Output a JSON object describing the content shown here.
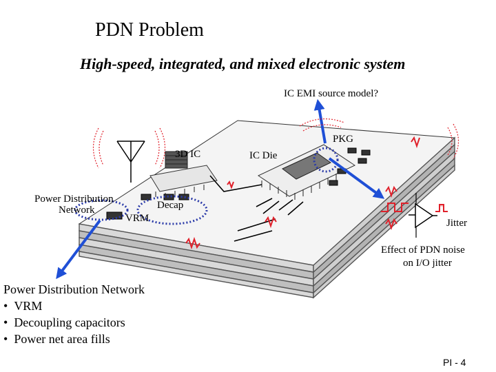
{
  "slide": {
    "title": "PDN Problem",
    "subtitle": "High-speed, integrated, and mixed electronic system",
    "page_number": "PI - 4"
  },
  "diagram_labels": {
    "ic_emi": "IC EMI source model?",
    "pkg": "PKG",
    "ic_3d": "3D IC",
    "ic_die": "IC Die",
    "pdn_line1": "Power Distribution",
    "pdn_line2": "Network",
    "decap": "Decap",
    "vrm": "VRM",
    "jitter": "Jitter",
    "effect_line1": "Effect of PDN noise",
    "effect_line2": "on I/O jitter"
  },
  "pdn_list": {
    "heading": "Power Distribution Network",
    "items": [
      "VRM",
      "Decoupling capacitors",
      "Power net area fills"
    ]
  },
  "colors": {
    "arrow": "#1f4fd6",
    "noise": "#e0202a",
    "dotted": "#2a3aa8"
  }
}
